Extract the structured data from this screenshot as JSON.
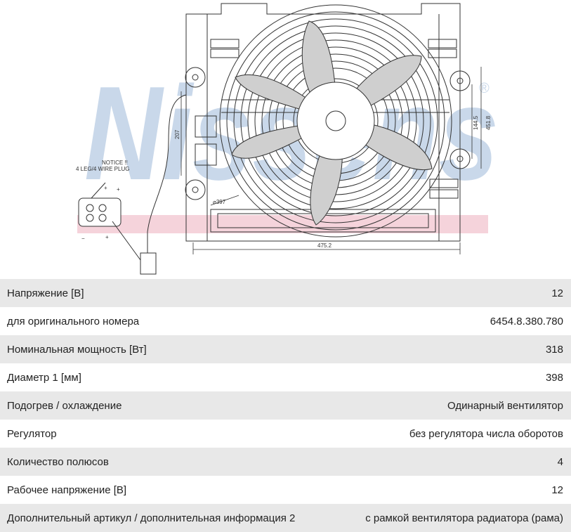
{
  "drawing": {
    "watermark": "Nissens",
    "registered_mark": "®",
    "connector_note_line1": "NOTICE !!",
    "connector_note_line2": "4 LEG/4 WIRE PLUG",
    "dim_height_207": "207",
    "dim_diameter": "⌀397",
    "dim_width": "475.2",
    "dim_144": "144.5",
    "dim_451": "451.8",
    "pin_plus_1": "+",
    "pin_plus_2": "+",
    "pin_minus": "−",
    "pin_plus_3": "+",
    "colors": {
      "watermark_blue": "#c9d8ea",
      "watermark_pink": "#f3c8d2",
      "line": "#333333"
    }
  },
  "specs": [
    {
      "label": "Напряжение [В]",
      "value": "12"
    },
    {
      "label": "для оригинального номера",
      "value": "6454.8.380.780"
    },
    {
      "label": "Номинальная мощность [Вт]",
      "value": "318"
    },
    {
      "label": "Диаметр 1 [мм]",
      "value": "398"
    },
    {
      "label": "Подогрев / охлаждение",
      "value": "Одинарный вентилятор"
    },
    {
      "label": "Регулятор",
      "value": "без регулятора числа оборотов"
    },
    {
      "label": "Количество полюсов",
      "value": "4"
    },
    {
      "label": "Рабочее напряжение [В]",
      "value": "12"
    },
    {
      "label": "Дополнительный артикул / дополнительная информация 2",
      "value": "с рамкой вентилятора радиатора (рама)"
    }
  ]
}
